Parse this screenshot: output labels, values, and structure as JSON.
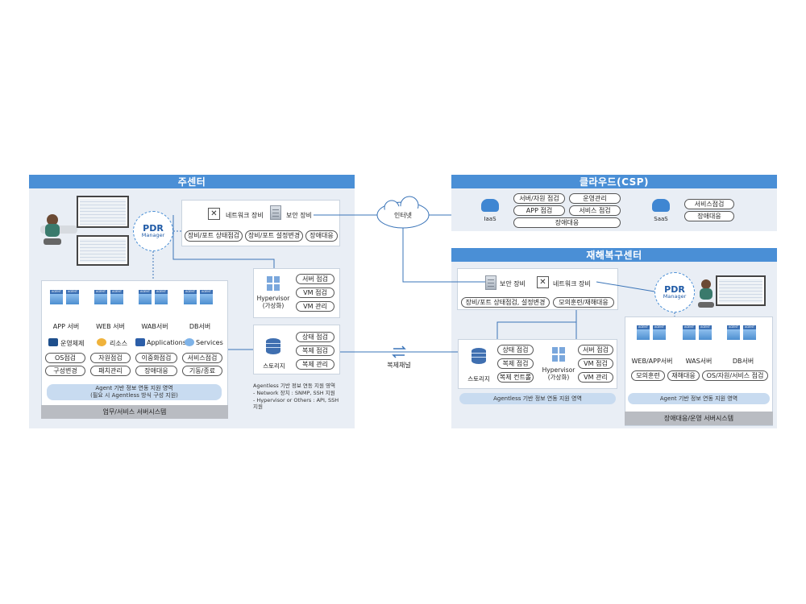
{
  "main_center": {
    "title": "주센터",
    "pdr": {
      "name": "PDR",
      "sub": "Manager"
    },
    "net_device": "네트워크 장비",
    "sec_device": "보안 장비",
    "net_pills": [
      "장비/포트 상태점검",
      "장비/포트 설정변경",
      "장애대응"
    ],
    "servers": [
      "APP 서버",
      "WEB 서버",
      "WAB서버",
      "DB서버"
    ],
    "agent_text": "AGENT",
    "categories": [
      {
        "label": "운영체제",
        "icon": "os-icon"
      },
      {
        "label": "리소스",
        "icon": "resource-icon"
      },
      {
        "label": "Applications",
        "icon": "applications-icon"
      },
      {
        "label": "Services",
        "icon": "services-icon"
      }
    ],
    "pill_rows": [
      [
        "OS점검",
        "자원점검",
        "이중화점검",
        "서비스점검"
      ],
      [
        "구성변경",
        "패치관리",
        "장애대응",
        "기동/종료"
      ]
    ],
    "agent_bar": [
      "Agent 기반 정보 연동 지원 영역",
      "(필요 시 Agentless 방식 구성 지원)"
    ],
    "gray_bar": "업무/서비스 서버시스템",
    "hypervisor": {
      "label": [
        "Hypervisor",
        "(가상화)"
      ],
      "pills": [
        "서버 점검",
        "VM 점검",
        "VM 관리"
      ]
    },
    "storage": {
      "label": "스토리지",
      "pills": [
        "상태 점검",
        "복제 점검",
        "복제 관리"
      ]
    },
    "agentless_note": [
      "Agentless 기반 정보 연동 지원 영역",
      "- Network 장치 : SNMP, SSH 지원",
      "- Hypervisor or Others : API, SSH",
      "  지원"
    ]
  },
  "internet": {
    "label": "인터넷"
  },
  "replication": {
    "label": "복제채널"
  },
  "cloud": {
    "title": "클라우드(CSP)",
    "iaas": {
      "label": "IaaS",
      "pills": [
        "서버/자원 점검",
        "운영관리",
        "APP 점검",
        "서비스 점검",
        "장애대응"
      ]
    },
    "saas": {
      "label": "SaaS",
      "pills": [
        "서비스점검",
        "장애대응"
      ]
    }
  },
  "dr_center": {
    "title": "재해복구센터",
    "sec_device": "보안 장비",
    "net_device": "네트워크 장비",
    "net_pills": [
      "장비/포트 상태점검, 설정변경",
      "모의훈련/재해대응"
    ],
    "pdr": {
      "name": "PDR",
      "sub": "Manager"
    },
    "storage": {
      "label": "스토리지",
      "pills": [
        "상태 점검",
        "복제 점검",
        "복제 컨트롤"
      ]
    },
    "hypervisor": {
      "label": [
        "Hypervisor",
        "(가상화)"
      ],
      "pills": [
        "서버 점검",
        "VM 점검",
        "VM 관리"
      ]
    },
    "agentless_bar": "Agentless 기반 정보 연동 지원 영역",
    "servers": [
      "WEB/APP서버",
      "WAS서버",
      "DB서버"
    ],
    "server_pills": [
      "모의훈련",
      "재해대응",
      "OS/자원/서비스 점검"
    ],
    "agent_bar": "Agent 기반 정보 연동 지원 영역",
    "gray_bar": "장애대응/운영 서버시스템"
  }
}
